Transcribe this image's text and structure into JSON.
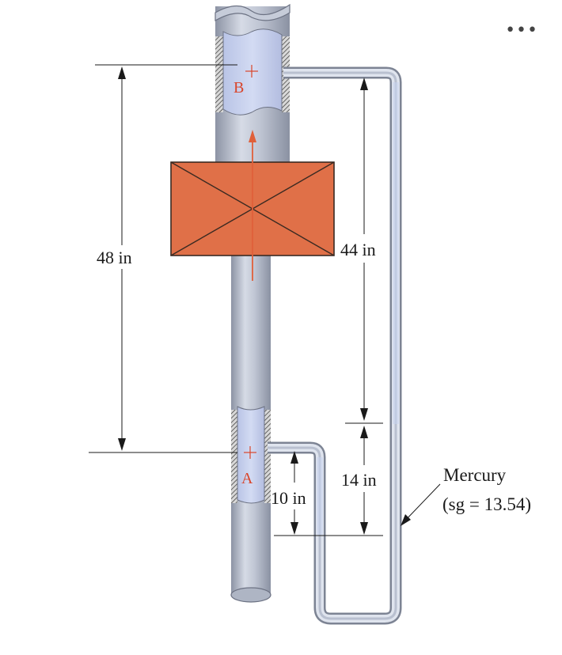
{
  "menu": {
    "icon": "more-options-icon",
    "label": "•••"
  },
  "diagram": {
    "points": {
      "b": "B",
      "a": "A"
    },
    "dimensions": {
      "total": "48 in",
      "upper": "44 in",
      "middle": "14 in",
      "lower": "10 in"
    },
    "fluid": {
      "name": "Mercury",
      "sg": "(sg = 13.54)"
    }
  },
  "colors": {
    "pipe": "#b9c0d0",
    "pipe_dark": "#8c93a4",
    "fluid_light": "#c9d3f0",
    "flow_element": "#e07048",
    "flow_arrow": "#e0603a",
    "text": "#1a1a1a"
  }
}
